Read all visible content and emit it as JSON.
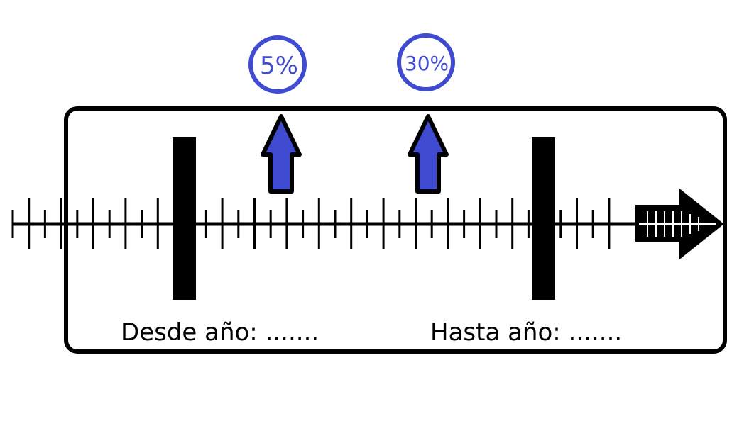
{
  "markers": [
    {
      "label": "5%"
    },
    {
      "label": "30%"
    }
  ],
  "range": {
    "from_label": "Desde año: .......",
    "to_label": "Hasta año: ......."
  },
  "colors": {
    "accent": "#3f4bd0",
    "arrow_fill": "#3f4bd0",
    "line": "#000000",
    "background": "#ffffff"
  },
  "icons": {
    "marker_arrow": "up-arrow-icon",
    "axis_end": "right-arrow-icon"
  }
}
